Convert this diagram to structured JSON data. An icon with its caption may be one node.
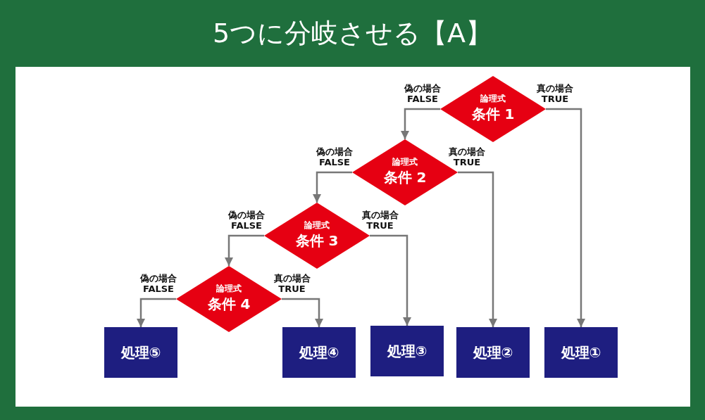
{
  "diagram": {
    "title": "5つに分岐させる【A】",
    "nodes": [
      {
        "text": [
          "論理式",
          "条件 1"
        ]
      },
      {
        "text": [
          "論理式",
          "条件 2"
        ]
      },
      {
        "text": [
          "論理式",
          "条件 3"
        ]
      },
      {
        "text": [
          "論理式",
          "条件 4"
        ]
      },
      {
        "text": [
          "処理⑤"
        ]
      },
      {
        "text": [
          "処理④"
        ]
      },
      {
        "text": [
          "処理③"
        ]
      },
      {
        "text": [
          "処理②"
        ]
      },
      {
        "text": [
          "処理①"
        ]
      }
    ],
    "edges": [
      {
        "from": 0,
        "to": 1,
        "arrow": "to",
        "label": "偽の場合 FALSE"
      },
      {
        "from": 0,
        "to": 8,
        "arrow": "to",
        "label": "真の場合 TRUE"
      },
      {
        "from": 1,
        "to": 2,
        "arrow": "to",
        "label": "偽の場合 FALSE"
      },
      {
        "from": 1,
        "to": 7,
        "arrow": "to",
        "label": "真の場合 TRUE"
      },
      {
        "from": 2,
        "to": 3,
        "arrow": "to",
        "label": "偽の場合 FALSE"
      },
      {
        "from": 2,
        "to": 6,
        "arrow": "to",
        "label": "真の場合 TRUE"
      },
      {
        "from": 3,
        "to": 4,
        "arrow": "to",
        "label": "偽の場合 FALSE"
      },
      {
        "from": 3,
        "to": 5,
        "arrow": "to",
        "label": "真の場合 TRUE"
      }
    ]
  }
}
